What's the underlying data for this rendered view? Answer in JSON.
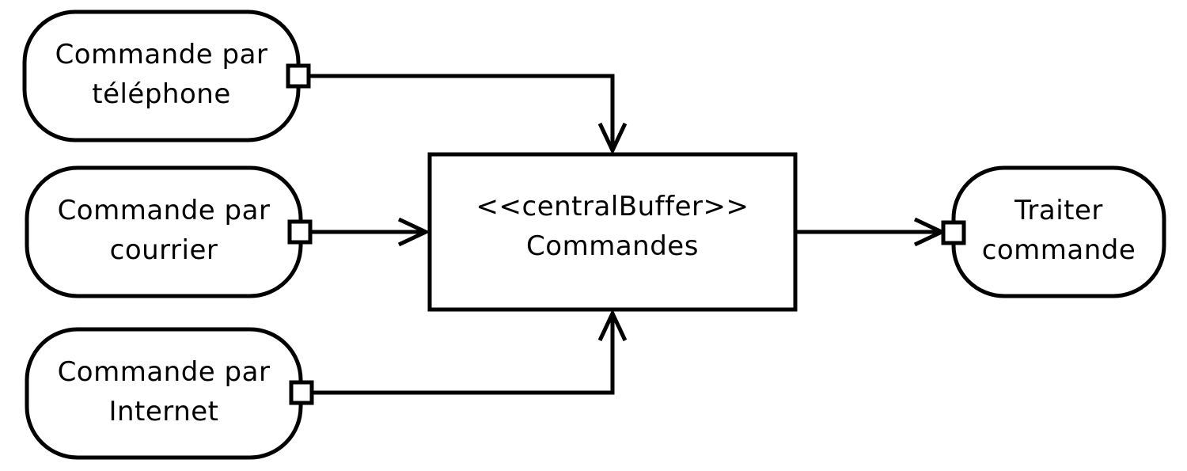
{
  "nodes": {
    "phone_order": {
      "line1": "Commande par",
      "line2": "téléphone"
    },
    "mail_order": {
      "line1": "Commande par",
      "line2": "courrier"
    },
    "internet_order": {
      "line1": "Commande par",
      "line2": "Internet"
    },
    "buffer": {
      "stereotype": "<<centralBuffer>>",
      "name": "Commandes"
    },
    "process_order": {
      "line1": "Traiter",
      "line2": "commande"
    }
  }
}
